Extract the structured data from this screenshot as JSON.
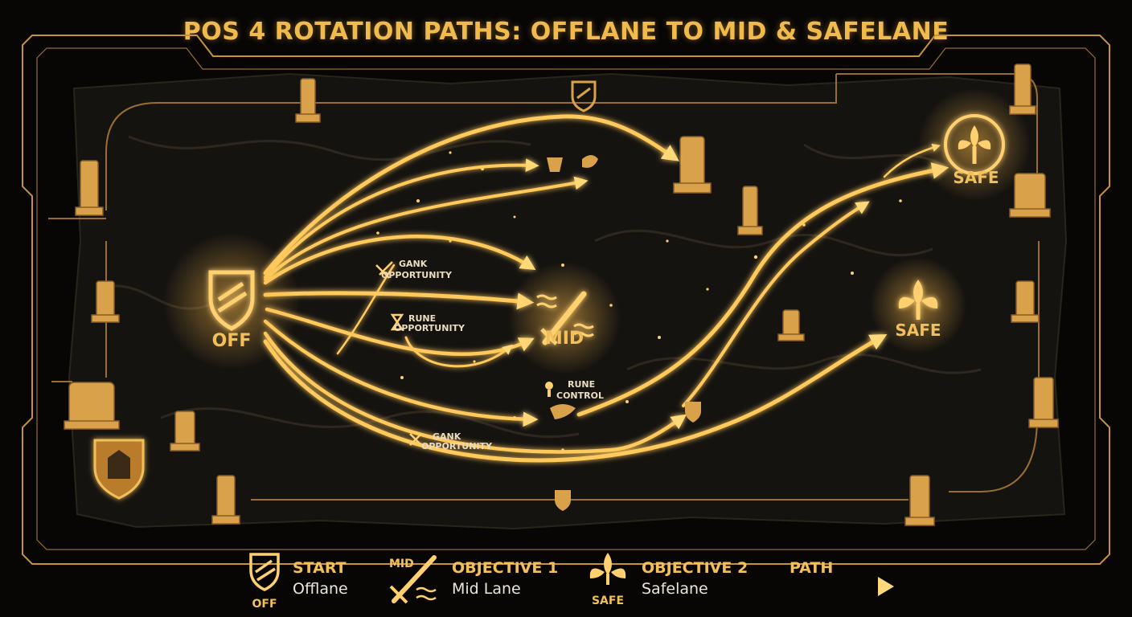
{
  "title": "POS 4 ROTATION PATHS: OFFLANE TO MID & SAFELANE",
  "colors": {
    "gold": "#f2c05a",
    "gold_bright": "#ffd878",
    "frame": "#c8923a",
    "background": "#070605",
    "map_fill": "#151310",
    "legend_text": "#ece6d8"
  },
  "nodes": {
    "offlane": {
      "label": "OFF",
      "icon": "shield-icon"
    },
    "mid": {
      "label": "MID",
      "icon": "sword-icon"
    },
    "safelane_top": {
      "label": "SAFE",
      "icon": "tree-icon"
    },
    "safelane_right": {
      "label": "SAFE",
      "icon": "tree-icon"
    }
  },
  "annotations": {
    "gank_top_line1": "GANK",
    "gank_top_line2": "OPPORTUNITY",
    "rune_line1": "RUNE",
    "rune_line2": "OPPORTUNITY",
    "rune_control_line1": "RUNE",
    "rune_control_line2": "CONTROL",
    "gank_bottom_line1": "GANK",
    "gank_bottom_line2": "OPPORTUNITY"
  },
  "legend": {
    "start": {
      "icon_label": "OFF",
      "heading": "START",
      "sub": "Offlane"
    },
    "objective1": {
      "icon_label": "MID",
      "heading": "OBJECTIVE 1",
      "sub": "Mid Lane"
    },
    "objective2": {
      "icon_label": "SAFE",
      "heading": "OBJECTIVE 2",
      "sub": "Safelane"
    },
    "path": {
      "heading": "PATH"
    }
  }
}
